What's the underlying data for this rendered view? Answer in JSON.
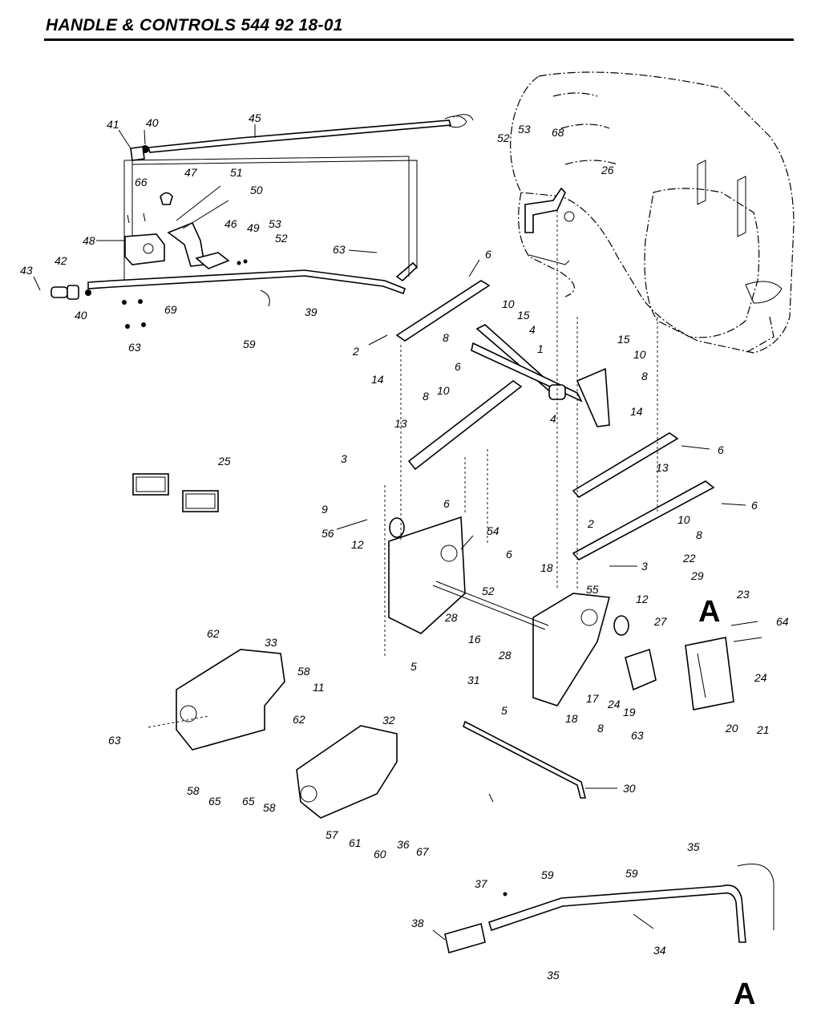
{
  "header": {
    "title": "HANDLE & CONTROLS  544 92 18-01"
  },
  "callouts": {
    "p41": "41",
    "p40a": "40",
    "p45": "45",
    "p47": "47",
    "p51": "51",
    "p66": "66",
    "p50": "50",
    "p48": "48",
    "p46": "46",
    "p49": "49",
    "p53a": "53",
    "p52a": "52",
    "p43": "43",
    "p42": "42",
    "p40b": "40",
    "p69": "69",
    "p63a": "63",
    "p63b": "63",
    "p39": "39",
    "p59a": "59",
    "p52b": "52",
    "p53b": "53",
    "p68": "68",
    "p26": "26",
    "p6a": "6",
    "p10a": "10",
    "p15a": "15",
    "p8a": "8",
    "p4a": "4",
    "p1": "1",
    "p2a": "2",
    "p14a": "14",
    "p15b": "15",
    "p10b": "10",
    "p6b": "6",
    "p8b": "8",
    "p10c": "10",
    "p4b": "4",
    "p8c": "8",
    "p14b": "14",
    "p13a": "13",
    "p6c": "6",
    "p3a": "3",
    "p25": "25",
    "p9": "9",
    "p6d": "6",
    "p13b": "13",
    "p6e": "6",
    "p56": "56",
    "p12a": "12",
    "p54": "54",
    "p2b": "2",
    "p10d": "10",
    "p8d": "8",
    "p6f": "6",
    "p18": "18",
    "p3b": "3",
    "p52c": "52",
    "p22": "22",
    "p29": "29",
    "p28a": "28",
    "p55": "55",
    "p12b": "12",
    "p23": "23",
    "p64": "64",
    "p16": "16",
    "p28b": "28",
    "p27": "27",
    "p5a": "5",
    "p24a": "24",
    "p17": "17",
    "p24b": "24",
    "p62a": "62",
    "p33": "33",
    "p58a": "58",
    "p11": "11",
    "p31": "31",
    "p5b": "5",
    "p18b": "18",
    "p19": "19",
    "p8e": "8",
    "p63c": "63",
    "p20": "20",
    "p21": "21",
    "p63d": "63",
    "p62b": "62",
    "p32": "32",
    "p58b": "58",
    "p65a": "65",
    "p65b": "65",
    "p58c": "58",
    "p57": "57",
    "p61": "61",
    "p60": "60",
    "p36": "36",
    "p67": "67",
    "p30": "30",
    "p35a": "35",
    "p59b": "59",
    "p59c": "59",
    "p37": "37",
    "p38": "38",
    "p34": "34",
    "p35b": "35"
  },
  "reference_marks": {
    "upper": "A",
    "lower": "A"
  }
}
